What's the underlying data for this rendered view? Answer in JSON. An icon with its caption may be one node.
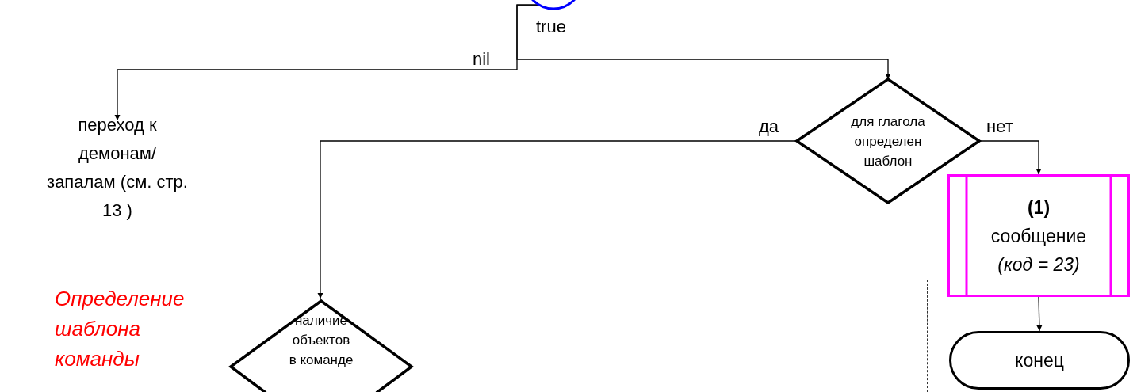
{
  "diagram": {
    "nodes": [
      {
        "text": [],
        "shape": "circle"
      },
      {
        "text": [
          "переход к демонам/запалам (см. стр. 13 )"
        ]
      },
      {
        "text": [
          "для глагола определен шаблон"
        ]
      },
      {
        "text": [
          "(1)",
          "сообщение",
          "(код = 23)"
        ]
      },
      {
        "text": [
          "конец"
        ]
      },
      {
        "text": [
          "Определение шаблона команды"
        ]
      },
      {
        "text": [
          "наличие объектов в команде"
        ],
        "in": 5
      }
    ],
    "edges": [
      {
        "from": 0,
        "to": 2,
        "arrow": "to",
        "label": "true"
      },
      {
        "from": 0,
        "to": 1,
        "arrow": "to",
        "label": "nil"
      },
      {
        "from": 2,
        "to": 6,
        "arrow": "to",
        "label": "да"
      },
      {
        "from": 2,
        "to": 3,
        "arrow": "to",
        "label": "нет"
      },
      {
        "from": 3,
        "to": 4,
        "arrow": "to"
      }
    ]
  }
}
